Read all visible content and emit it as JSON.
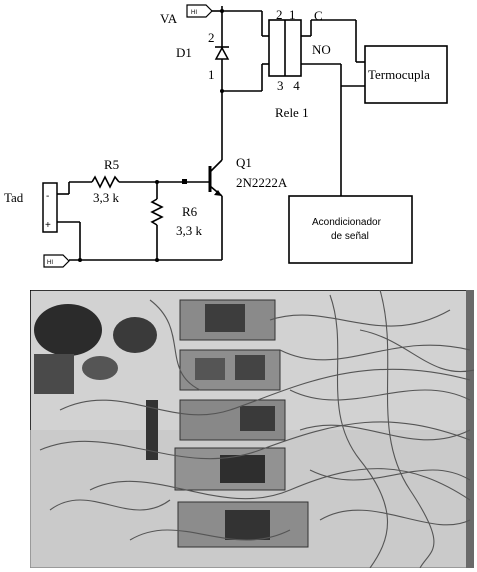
{
  "schematic": {
    "va_label": "VA",
    "hi_tag": "HI",
    "diode_name": "D1",
    "diode_pin_top": "2",
    "diode_pin_bottom": "1",
    "relay_pins_top": "2  1",
    "relay_pin_c": "C",
    "relay_pin_no": "NO",
    "relay_pins_bottom": "3   4",
    "relay_name": "Rele 1",
    "thermocouple_label": "Termocupla",
    "transistor_name": "Q1",
    "transistor_model": "2N2222A",
    "r5_name": "R5",
    "r5_value": "3,3 k",
    "r6_name": "R6",
    "r6_value": "3,3 k",
    "tad_label": "Tad",
    "tad_minus": "-",
    "tad_plus": "+",
    "conditioner_line1": "Acondicionador",
    "conditioner_line2": "de señal"
  },
  "photo": {
    "colors": {
      "background": "#cfcfcf",
      "board": "#7c7c7c",
      "dark": "#2a2a2a"
    }
  }
}
